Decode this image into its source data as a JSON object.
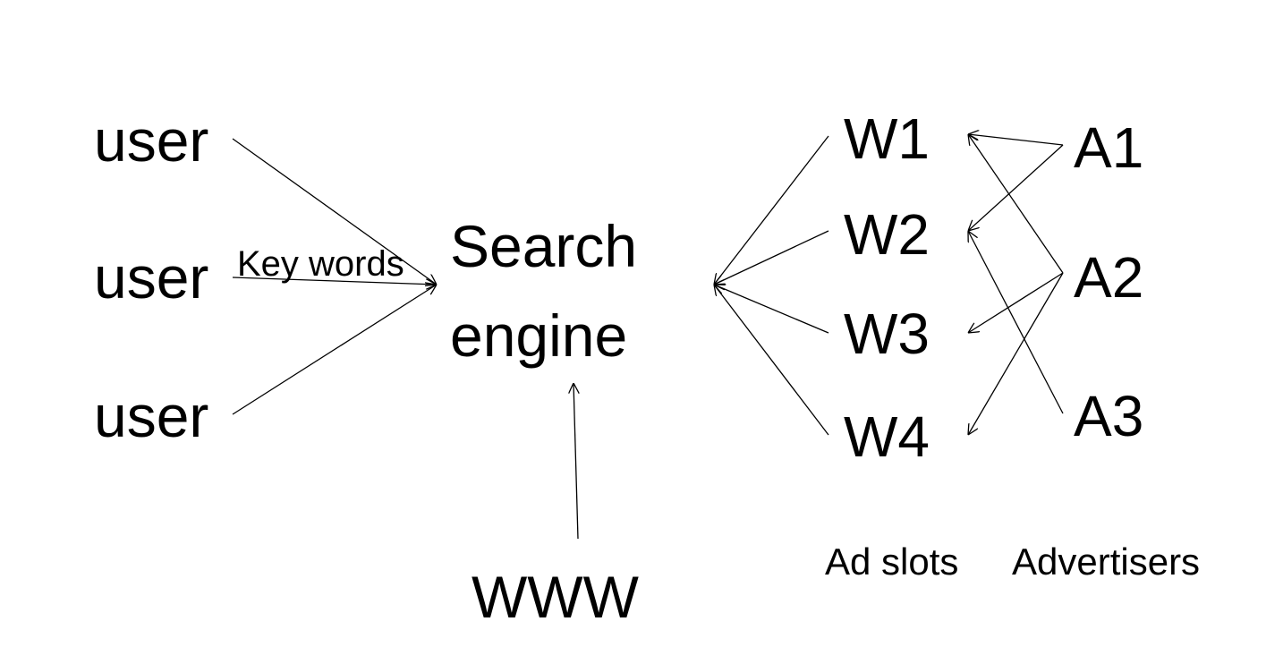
{
  "users": [
    "user",
    "user",
    "user"
  ],
  "keywords_label": "Key words",
  "search_engine": {
    "line1": "Search",
    "line2": "engine"
  },
  "www": "WWW",
  "ad_slots": [
    "W1",
    "W2",
    "W3",
    "W4"
  ],
  "advertisers": [
    "A1",
    "A2",
    "A3"
  ],
  "ad_slots_caption": "Ad slots",
  "advertisers_caption": "Advertisers"
}
